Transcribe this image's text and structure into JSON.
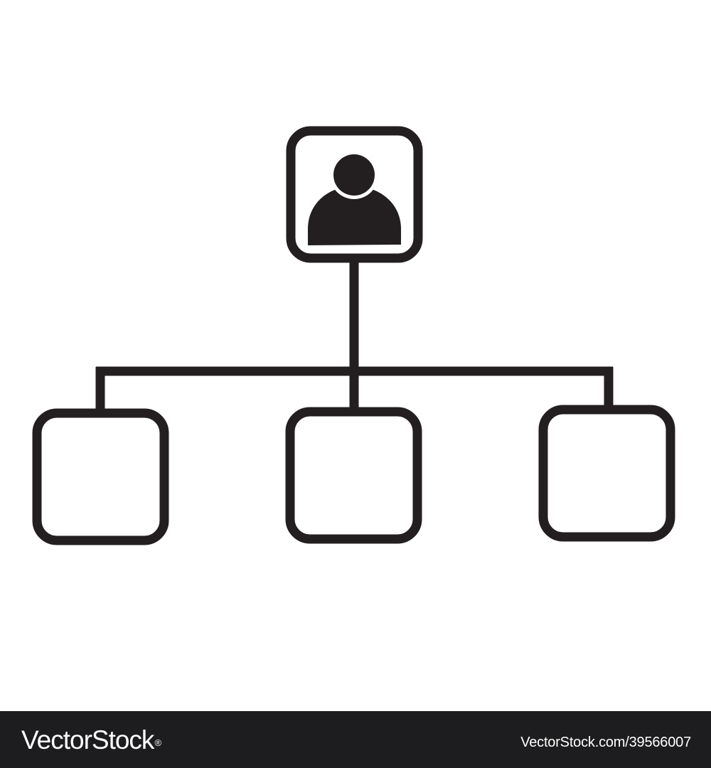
{
  "diagram": {
    "type": "org-chart",
    "root": {
      "icon": "person-icon"
    },
    "children": [
      {
        "label": ""
      },
      {
        "label": ""
      },
      {
        "label": ""
      }
    ],
    "colors": {
      "stroke": "#231f20",
      "background": "#ffffff"
    }
  },
  "footer": {
    "brand": "VectorStock",
    "brand_mark": "®",
    "image_id": "VectorStock.com/39566007",
    "background": "#1d1d1f",
    "text_color": "#ffffff"
  }
}
